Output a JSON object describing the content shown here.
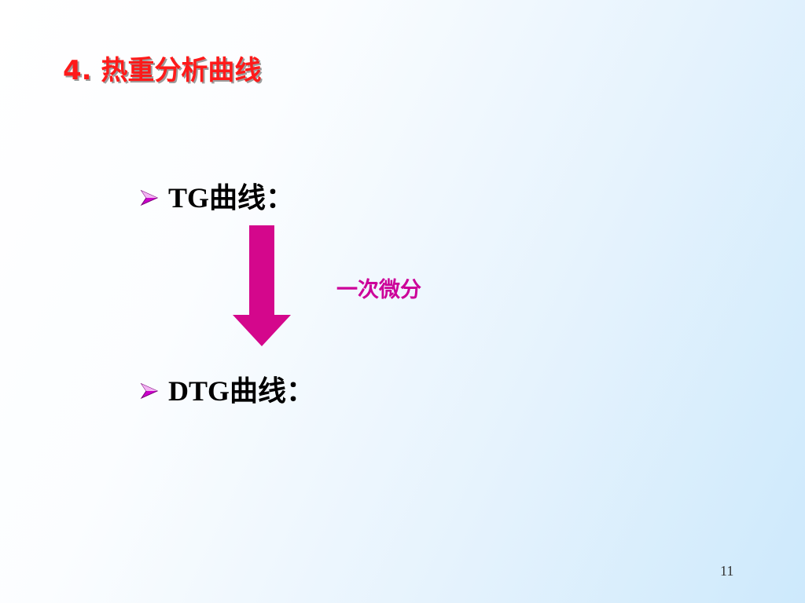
{
  "slide": {
    "title": "4. 热重分析曲线",
    "bullets": [
      {
        "text": "TG曲线：",
        "icon": "chevron-right-arrow-icon"
      },
      {
        "text": "DTG曲线：",
        "icon": "chevron-right-arrow-icon"
      }
    ],
    "arrow": {
      "icon": "down-arrow-icon",
      "label": "一次微分"
    },
    "page_number": "11"
  },
  "colors": {
    "title": "#ff1a1a",
    "title_shadow": "#9c9c9c",
    "accent": "#cc0099",
    "bullet_icon": "#cc00cc",
    "body_text": "#000000",
    "background_start": "#ffffff",
    "background_end": "#cde9fc"
  }
}
